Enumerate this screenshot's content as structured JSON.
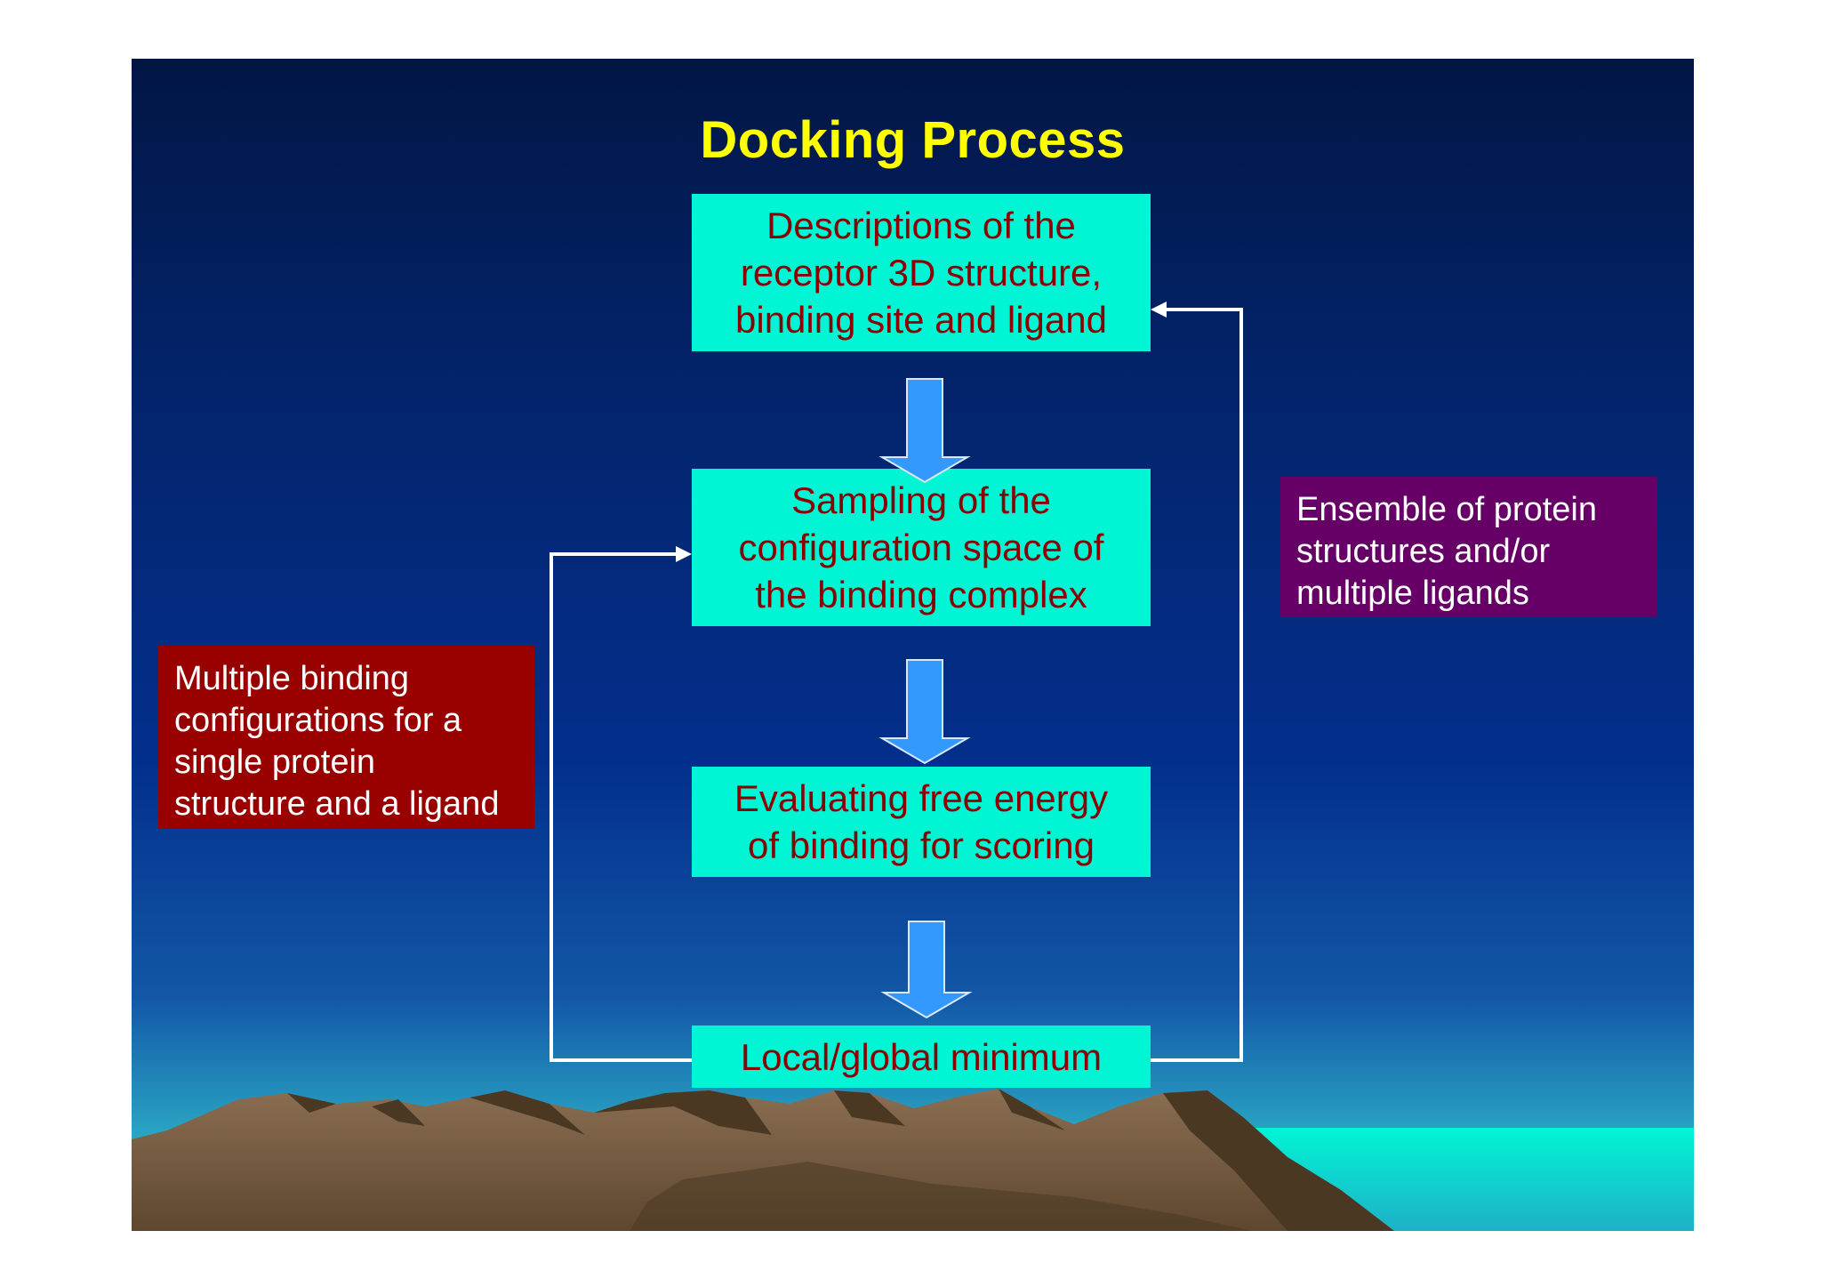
{
  "slide": {
    "title": "Docking Process",
    "steps": [
      {
        "text": "Descriptions of the\nreceptor 3D structure,\nbinding site and ligand"
      },
      {
        "text": "Sampling of the\nconfiguration space of\nthe binding complex"
      },
      {
        "text": "Evaluating free energy\nof binding for scoring"
      },
      {
        "text": "Local/global minimum"
      }
    ],
    "left_note": "Multiple binding\nconfigurations for a\nsingle protein\nstructure and a ligand",
    "right_note": "Ensemble of protein\nstructures and/or\nmultiple ligands"
  },
  "colors": {
    "title": "#ffff00",
    "step_box": "#00f5d4",
    "step_text": "#8b0000",
    "flow_arrow": "#3399ff",
    "left_note_bg": "#990000",
    "right_note_bg": "#660066",
    "loop_line": "#ffffff",
    "sea": "#00f5d4",
    "mountains": "#7a6148"
  }
}
